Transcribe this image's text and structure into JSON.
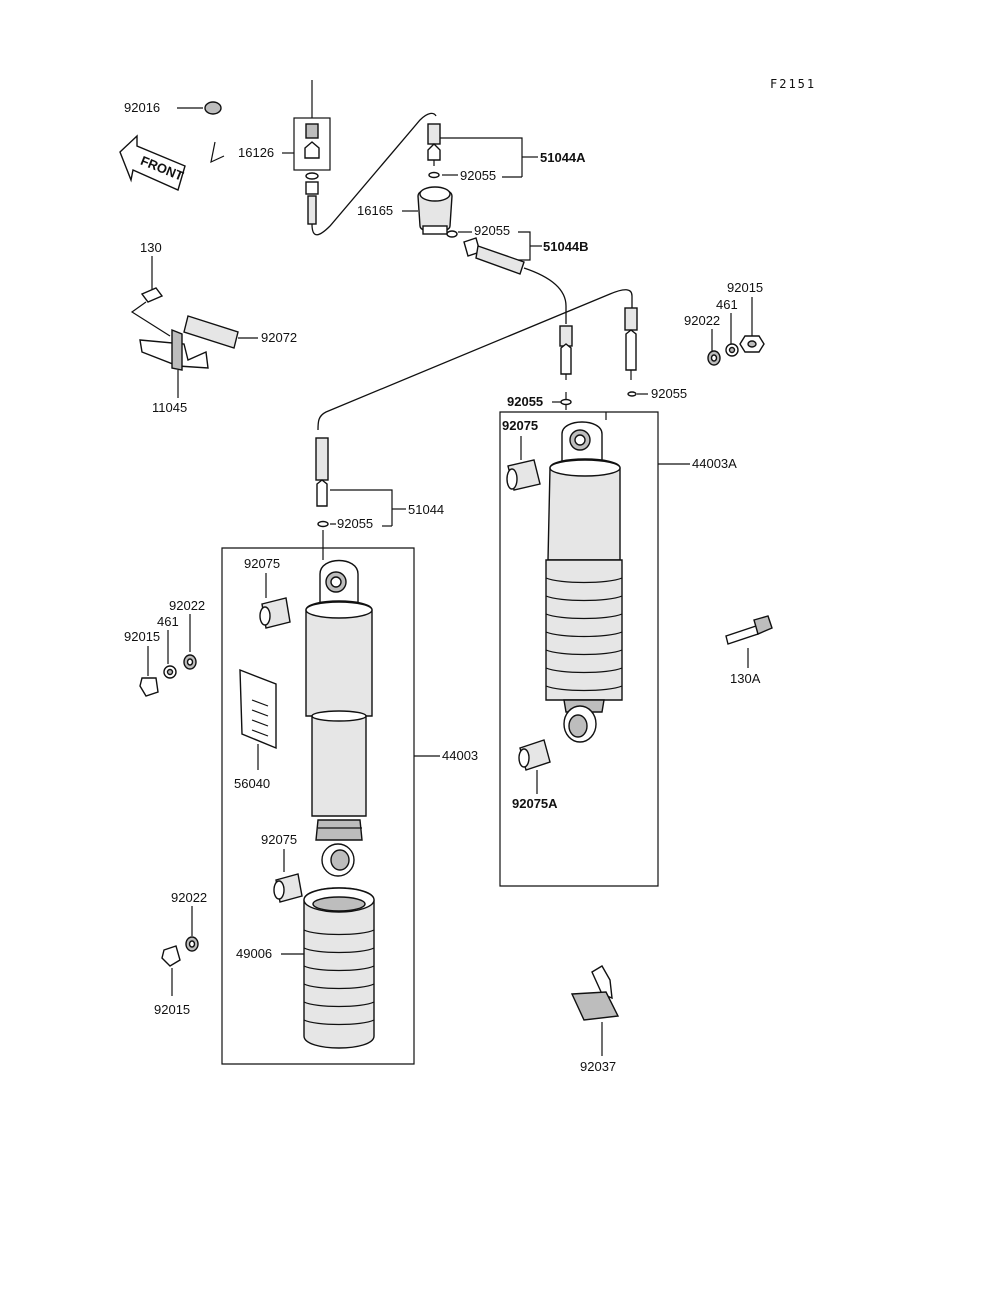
{
  "diagram_code": "F2151",
  "front_arrow_text": "FRONT",
  "labels": {
    "p92016": "92016",
    "p16126": "16126",
    "p51044A": "51044A",
    "p92055_a": "92055",
    "p16165": "16165",
    "p92055_b": "92055",
    "p51044B": "51044B",
    "p130": "130",
    "p92072": "92072",
    "p11045": "11045",
    "p92015_r": "92015",
    "p461_r": "461",
    "p92022_r": "92022",
    "p92055_c": "92055",
    "p92055_d": "92055",
    "p92075_r": "92075",
    "p44003A": "44003A",
    "p51044": "51044",
    "p92055_e": "92055",
    "p92075_l1": "92075",
    "p92022_l1": "92022",
    "p461_l": "461",
    "p92015_l1": "92015",
    "p130A": "130A",
    "p56040": "56040",
    "p44003": "44003",
    "p92075A": "92075A",
    "p92075_l2": "92075",
    "p92022_l2": "92022",
    "p49006": "49006",
    "p92015_l2": "92015",
    "p92037": "92037"
  }
}
